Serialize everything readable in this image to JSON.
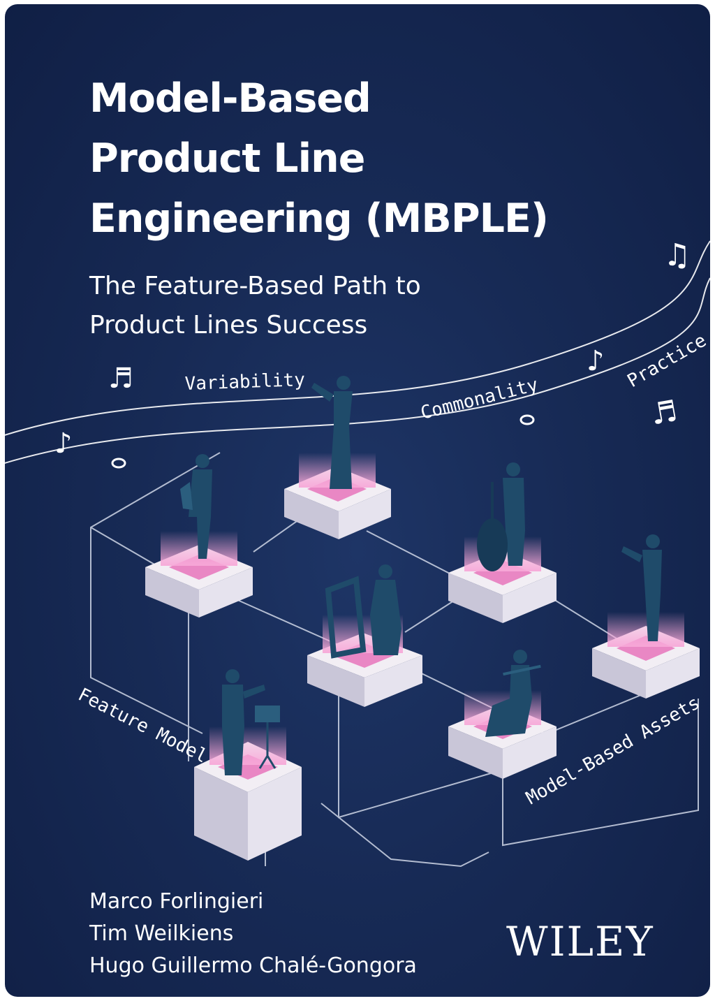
{
  "book": {
    "title_lines": [
      "Model-Based",
      "Product Line",
      "Engineering (MBPLE)"
    ],
    "subtitle_lines": [
      "The Feature-Based Path to",
      "Product Lines Success"
    ],
    "authors": [
      "Marco Forlingieri",
      "Tim Weilkiens",
      "Hugo Guillermo Chalé-Gongora"
    ],
    "publisher": "WILEY"
  },
  "illustration": {
    "staff_labels": {
      "variability": "Variability",
      "commonality": "Commonality",
      "practice": "Practice"
    },
    "diagram_labels": {
      "feature_model": "Feature Model",
      "model_based_assets": "Model-Based Assets"
    },
    "music_notes": [
      "♬",
      "♬",
      "♪",
      "♪",
      "♫"
    ],
    "musicians": [
      "violinist",
      "saxophonist",
      "cellist",
      "harpist",
      "violinist",
      "flutist",
      "conductor"
    ],
    "colors": {
      "background": "#172a55",
      "pedestal_glow": "#e987c4",
      "figures": "#1f4b6a",
      "text": "#ffffff"
    }
  }
}
